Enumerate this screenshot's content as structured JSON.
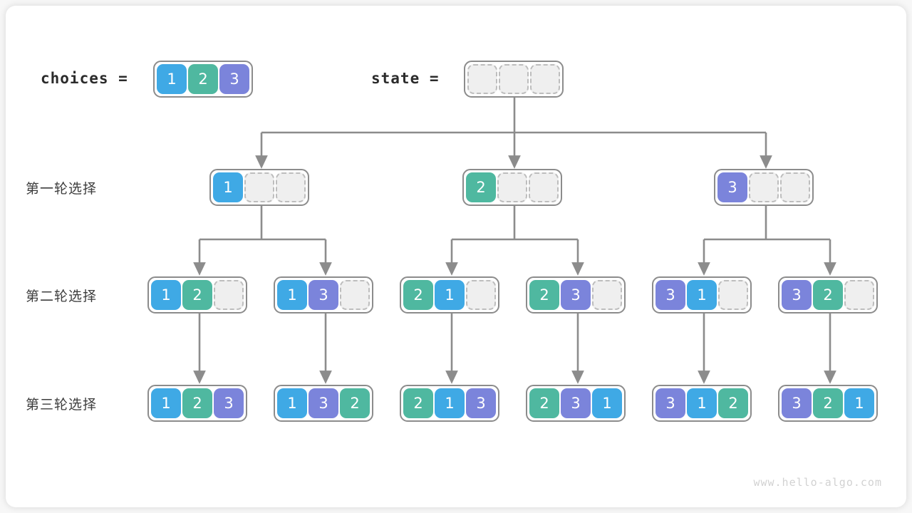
{
  "page": {
    "watermark": "www.hello-algo.com",
    "background": "#f7f7f7",
    "card_background": "#ffffff"
  },
  "colors": {
    "value_1": "#3fa9e5",
    "value_2": "#4fb8a0",
    "value_3": "#7b84db",
    "empty_cell": "#efefef",
    "empty_border": "#bdbdbd",
    "array_border": "#8c8c8c",
    "connector": "#8c8c8c",
    "text": "#2b2b2b"
  },
  "header": {
    "choices_label": "choices =",
    "choices_values": [
      "1",
      "2",
      "3"
    ],
    "state_label": "state =",
    "state_values": [
      "",
      "",
      ""
    ]
  },
  "rows": [
    {
      "label": "第一轮选择"
    },
    {
      "label": "第二轮选择"
    },
    {
      "label": "第三轮选择"
    }
  ],
  "tree": {
    "level1": [
      {
        "values": [
          "1",
          "",
          ""
        ]
      },
      {
        "values": [
          "2",
          "",
          ""
        ]
      },
      {
        "values": [
          "3",
          "",
          ""
        ]
      }
    ],
    "level2": [
      {
        "values": [
          "1",
          "2",
          ""
        ]
      },
      {
        "values": [
          "1",
          "3",
          ""
        ]
      },
      {
        "values": [
          "2",
          "1",
          ""
        ]
      },
      {
        "values": [
          "2",
          "3",
          ""
        ]
      },
      {
        "values": [
          "3",
          "1",
          ""
        ]
      },
      {
        "values": [
          "3",
          "2",
          ""
        ]
      }
    ],
    "level3": [
      {
        "values": [
          "1",
          "2",
          "3"
        ]
      },
      {
        "values": [
          "1",
          "3",
          "2"
        ]
      },
      {
        "values": [
          "2",
          "1",
          "3"
        ]
      },
      {
        "values": [
          "2",
          "3",
          "1"
        ]
      },
      {
        "values": [
          "3",
          "1",
          "2"
        ]
      },
      {
        "values": [
          "3",
          "2",
          "1"
        ]
      }
    ]
  }
}
